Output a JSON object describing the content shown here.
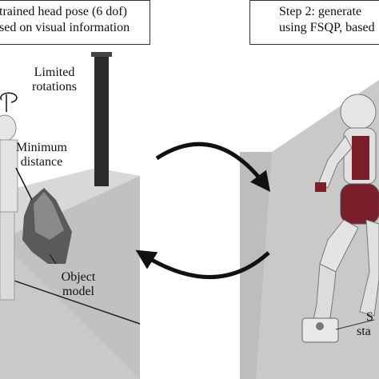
{
  "step1": {
    "line1": "trained head pose (6 dof)",
    "line2": "sed on visual information"
  },
  "step2": {
    "line1": "Step 2: generate",
    "line2": "using FSQP, based"
  },
  "annotations": {
    "limited_rotations_1": "Limited",
    "limited_rotations_2": "rotations",
    "minimum_distance_1": "Minimum",
    "minimum_distance_2": "distance",
    "object_model_1": "Object",
    "object_model_2": "model",
    "right_cut_1": "S",
    "right_cut_2": "sta"
  },
  "colors": {
    "scene_gray": "#c9c9c9",
    "scene_dark": "#8e8e8e",
    "robot_white": "#e6e6e6",
    "robot_red": "#7a1f2a",
    "pole": "#2a2a2a"
  }
}
